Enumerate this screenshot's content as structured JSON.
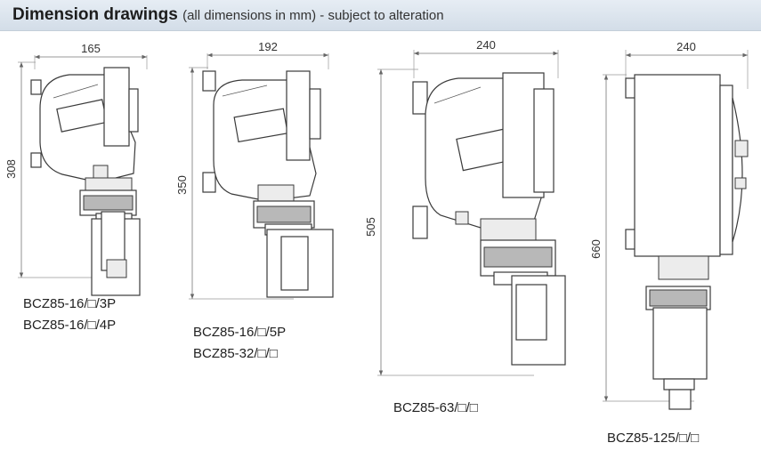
{
  "header": {
    "title": "Dimension drawings",
    "subtitle": "(all dimensions in mm) - subject to alteration"
  },
  "drawings": [
    {
      "width": "165",
      "height": "308",
      "models": [
        "BCZ85-16/□/3P",
        "BCZ85-16/□/4P"
      ]
    },
    {
      "width": "192",
      "height": "350",
      "models": [
        "BCZ85-16/□/5P",
        "BCZ85-32/□/□"
      ]
    },
    {
      "width": "240",
      "height": "505",
      "models": [
        "BCZ85-63/□/□"
      ]
    },
    {
      "width": "240",
      "height": "660",
      "models": [
        "BCZ85-125/□/□"
      ]
    }
  ]
}
